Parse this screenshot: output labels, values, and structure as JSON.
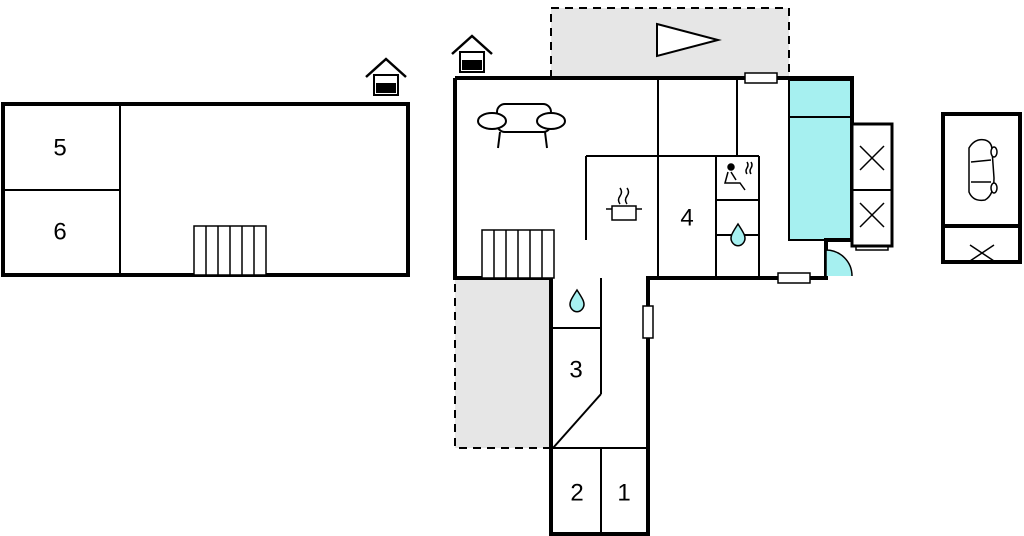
{
  "rooms": [
    {
      "label": "5"
    },
    {
      "label": "6"
    },
    {
      "label": "4"
    },
    {
      "label": "3"
    },
    {
      "label": "2"
    },
    {
      "label": "1"
    }
  ],
  "colors": {
    "terrace": "#e6e6e6",
    "pool": "#a6f0f0",
    "water_drop": "#a6f0f0",
    "wall": "#000000"
  },
  "icons": [
    "house-icon",
    "sofa-icon",
    "kitchen-icon",
    "sauna-icon",
    "water-drop-icon",
    "car-icon",
    "compass-arrow-icon",
    "bed-cross-icon",
    "stairs-icon"
  ]
}
